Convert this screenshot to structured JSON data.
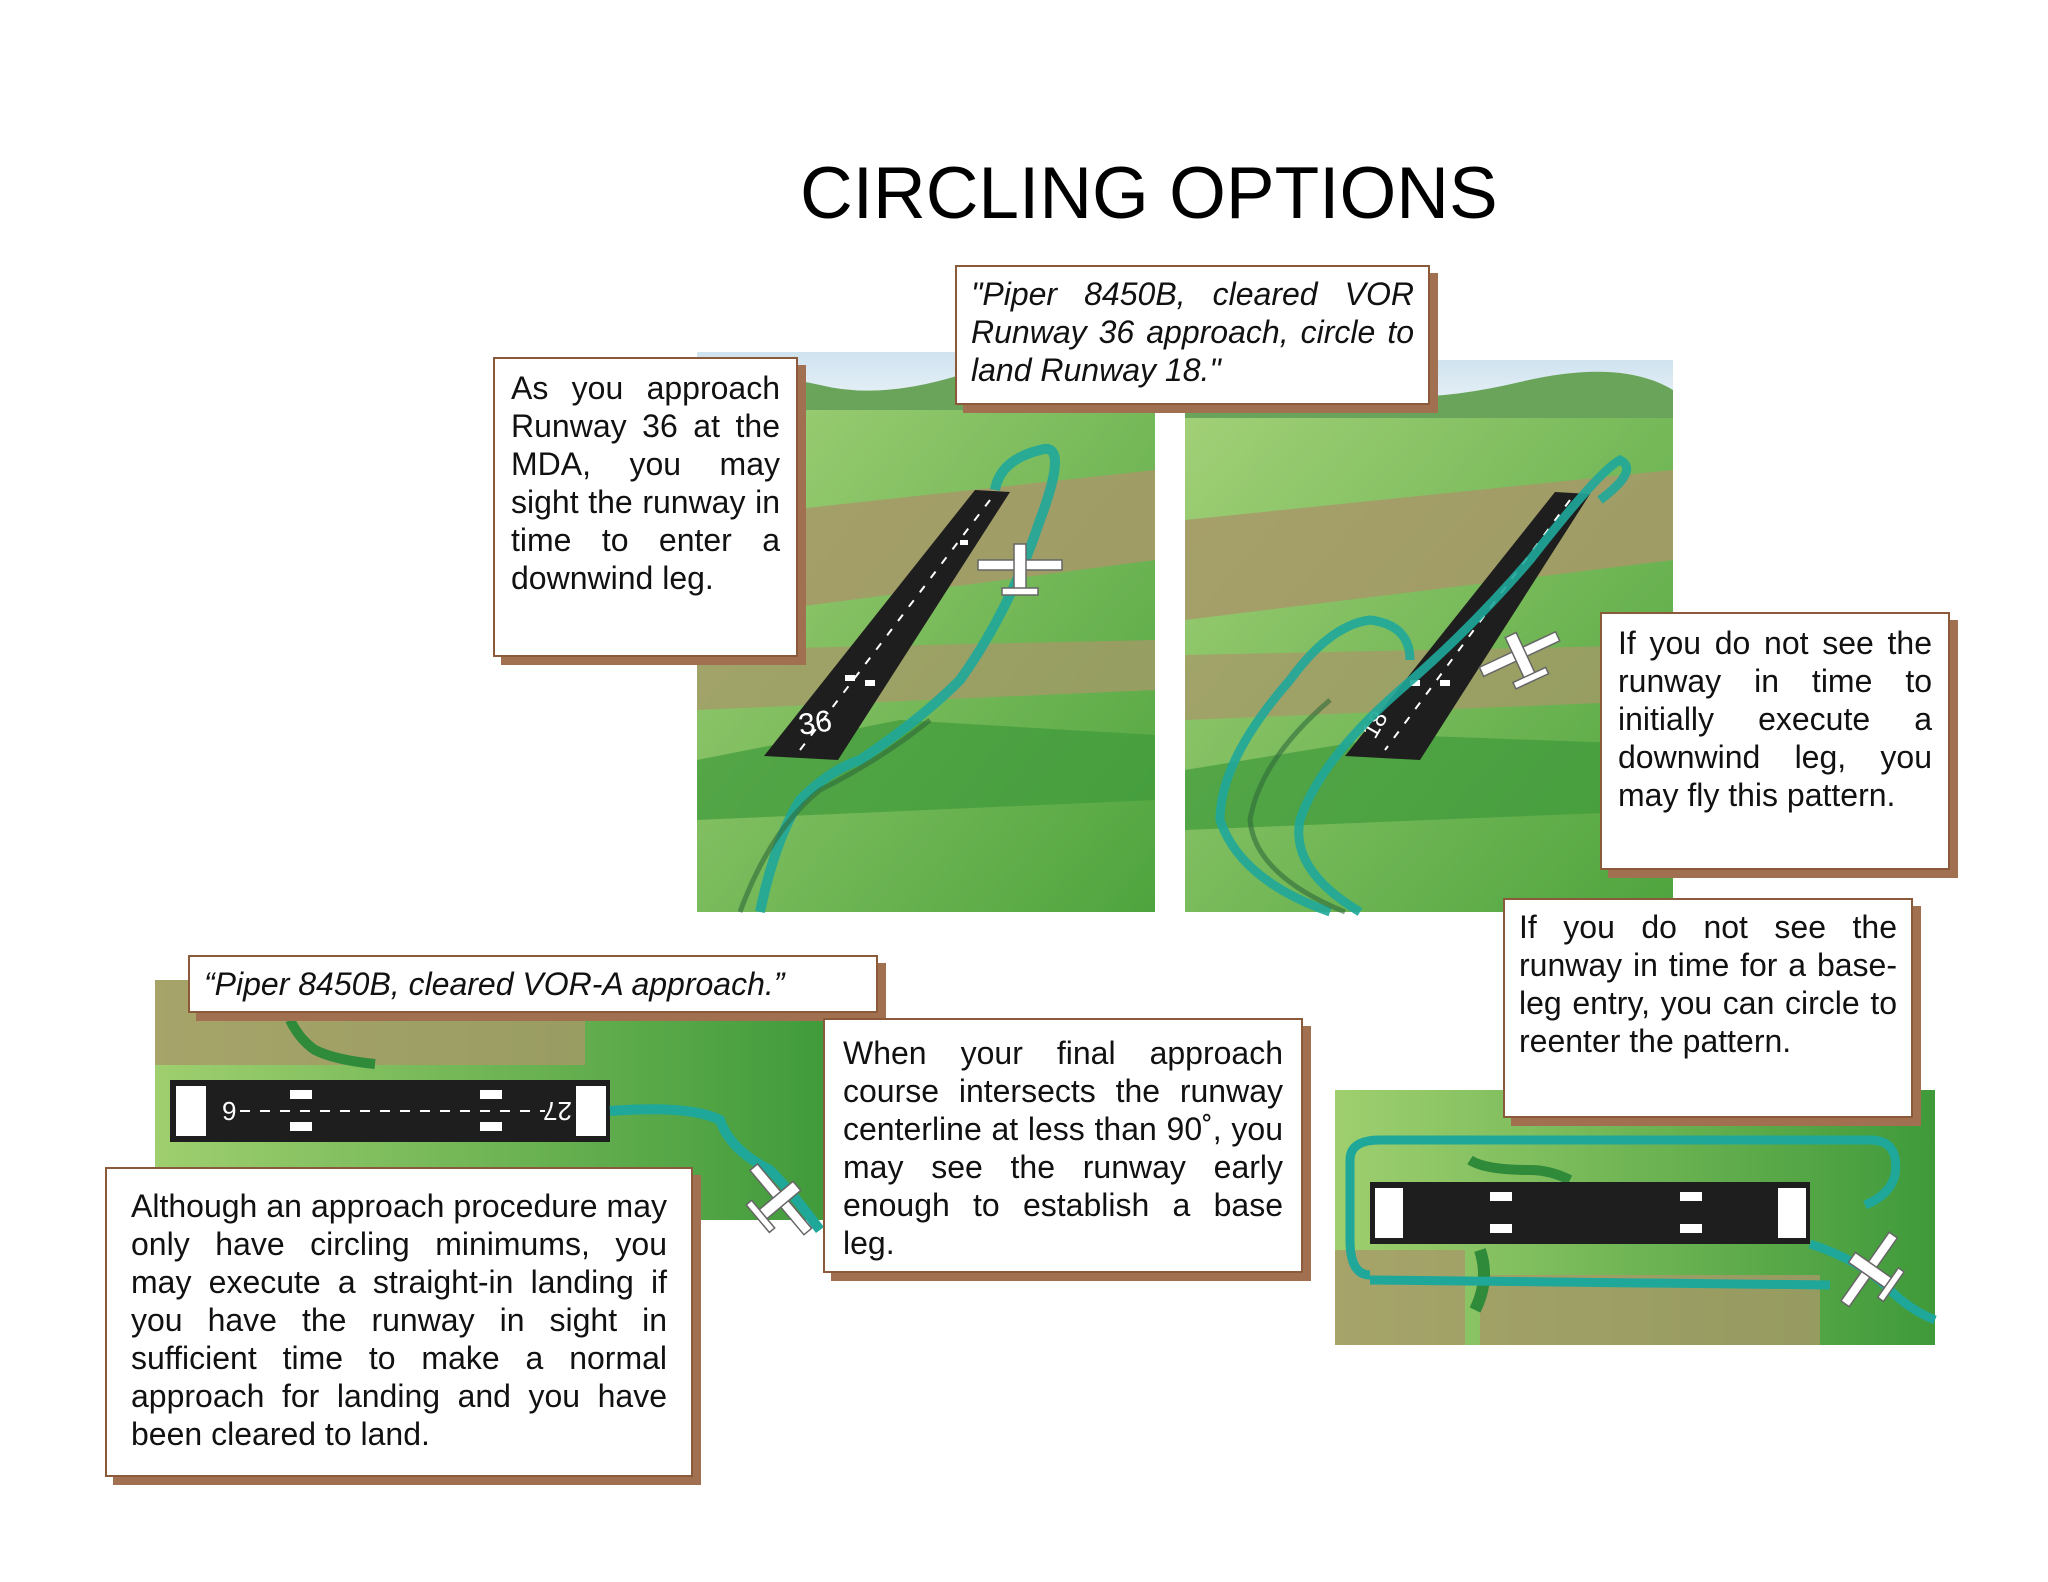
{
  "title": "CIRCLING OPTIONS",
  "callouts": {
    "clearance_vor36": "\"Piper 8450B, cleared VOR Runway 36 approach, circle to land Runway 18.\"",
    "approach_mda": "As you approach Runway 36 at the MDA, you may sight the runway in time to enter a downwind leg.",
    "not_see_downwind": "If you do not see the runway in time to initially execute a downwind leg, you may fly this pattern.",
    "not_see_base": "If you do not see the runway in time for a base-leg entry, you can circle to reenter the pattern.",
    "clearance_vor_a": "“Piper 8450B, cleared VOR-A approach.”",
    "final_course": "When your final approach course intersects the runway centerline at less than 90˚, you may see the runway early enough to establish a base leg.",
    "straight_in": "Although an approach procedure may only have circling minimums, you may execute a straight-in landing if you have the runway in sight in sufficient time to make a normal approach for landing and you have been cleared to land."
  },
  "runway_numbers": {
    "rwy_36": "36",
    "rwy_18": "18",
    "rwy_9": "9",
    "rwy_27": "27"
  },
  "colors": {
    "grass_light": "#8cc46a",
    "grass_dark": "#3f9a3a",
    "dirt": "#a89868",
    "runway": "#1e1e1e",
    "flight_path": "#1fa79a",
    "sky": "#cfe3f0",
    "box_border": "#8a5a3a"
  }
}
